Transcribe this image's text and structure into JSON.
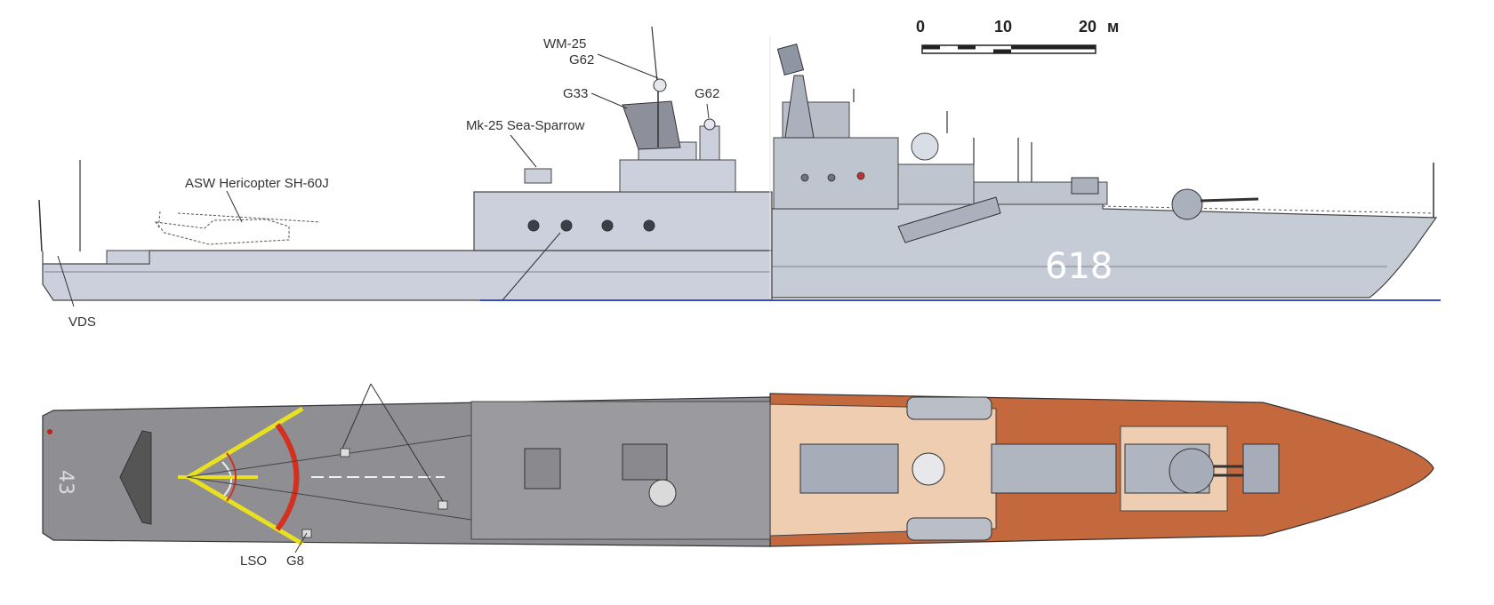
{
  "labels": {
    "wm25": "WM-25",
    "g62_top": "G62",
    "g33": "G33",
    "g62_right": "G62",
    "mk25": "Mk-25 Sea-Sparrow",
    "helicopter": "ASW Hericopter SH-60J",
    "vds": "VDS",
    "lso": "LSO",
    "g8": "G8"
  },
  "scale_bar": {
    "ticks": [
      "0",
      "10",
      "20"
    ],
    "unit": "м"
  },
  "hull_numbers": {
    "side": "618",
    "deck": "43"
  },
  "colors": {
    "left_hull": "#cccfdc",
    "right_hull": "#c6ccd6",
    "left_deck": "#8f8f93",
    "right_deck": "#c4683d",
    "landing_line": "#e8e020",
    "landing_arc": "#d33020",
    "waterline": "#3a4cc0"
  }
}
